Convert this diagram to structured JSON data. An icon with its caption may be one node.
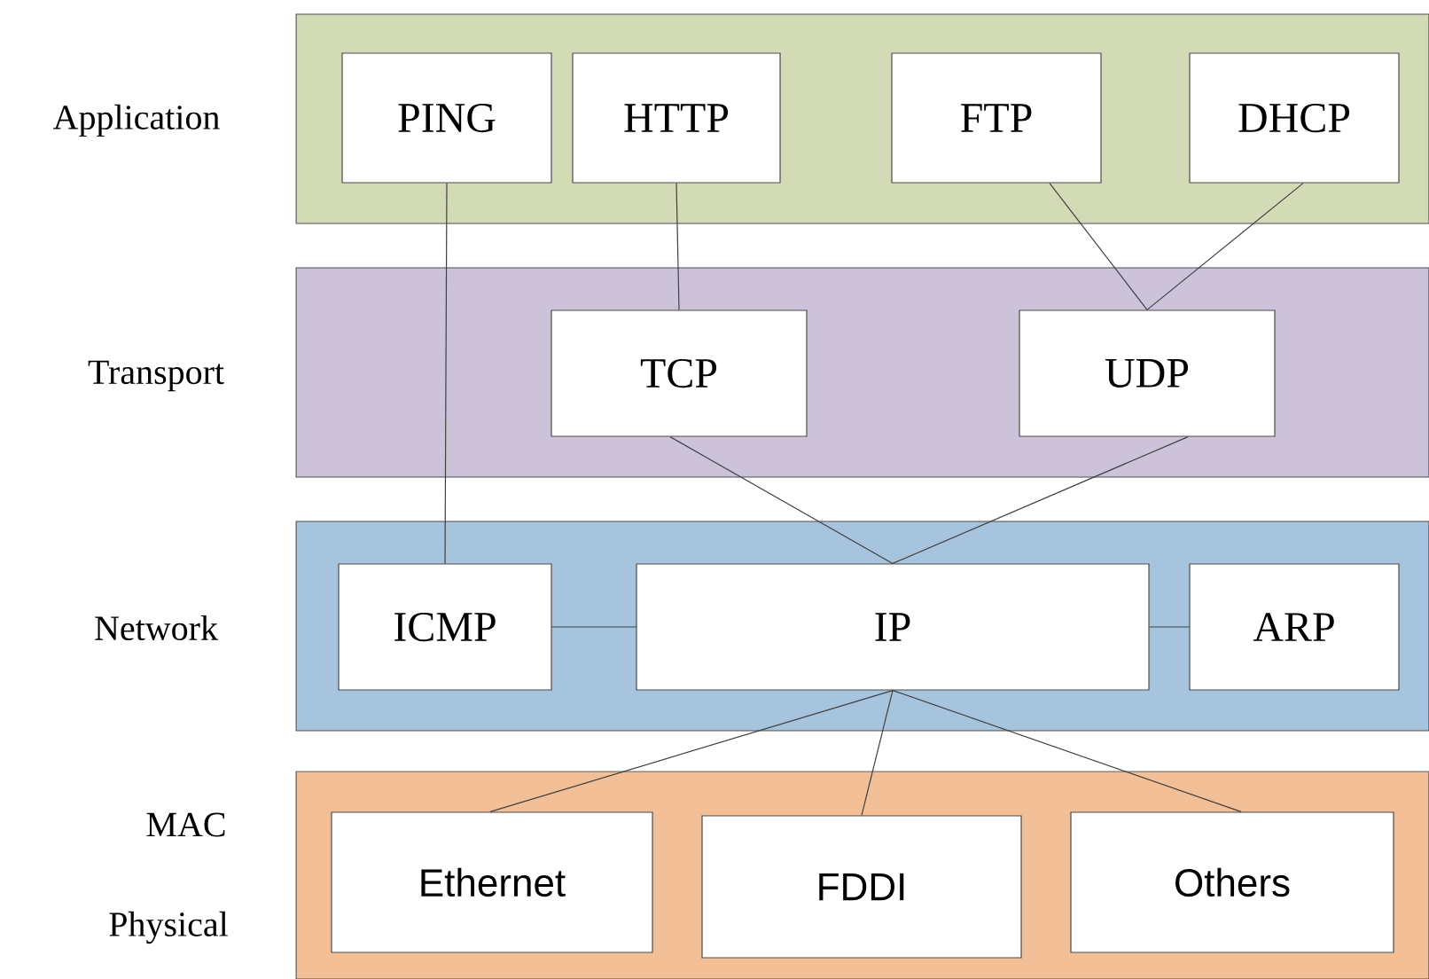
{
  "diagram": {
    "nodes": [
      {
        "text": [
          "Application"
        ]
      },
      {
        "text": [
          "PING"
        ],
        "in": 0
      },
      {
        "text": [
          "HTTP"
        ],
        "in": 0
      },
      {
        "text": [
          "FTP"
        ],
        "in": 0
      },
      {
        "text": [
          "DHCP"
        ],
        "in": 0
      },
      {
        "text": [
          "Transport"
        ]
      },
      {
        "text": [
          "TCP"
        ],
        "in": 5
      },
      {
        "text": [
          "UDP"
        ],
        "in": 5
      },
      {
        "text": [
          "Network"
        ]
      },
      {
        "text": [
          "ICMP"
        ],
        "in": 8
      },
      {
        "text": [
          "IP"
        ],
        "in": 8
      },
      {
        "text": [
          "ARP"
        ],
        "in": 8
      },
      {
        "text": [
          "MAC",
          "Physical"
        ]
      },
      {
        "text": [
          "Ethernet"
        ],
        "in": 12
      },
      {
        "text": [
          "FDDI"
        ],
        "in": 12
      },
      {
        "text": [
          "Others"
        ],
        "in": 12
      }
    ],
    "edges": [
      {
        "from": 1,
        "to": 9,
        "arrow": "none"
      },
      {
        "from": 2,
        "to": 6,
        "arrow": "none"
      },
      {
        "from": 3,
        "to": 7,
        "arrow": "none"
      },
      {
        "from": 4,
        "to": 7,
        "arrow": "none"
      },
      {
        "from": 6,
        "to": 10,
        "arrow": "none"
      },
      {
        "from": 7,
        "to": 10,
        "arrow": "none"
      },
      {
        "from": 9,
        "to": 10,
        "arrow": "none"
      },
      {
        "from": 10,
        "to": 11,
        "arrow": "none"
      },
      {
        "from": 10,
        "to": 13,
        "arrow": "none"
      },
      {
        "from": 10,
        "to": 14,
        "arrow": "none"
      },
      {
        "from": 10,
        "to": 15,
        "arrow": "none"
      }
    ]
  }
}
